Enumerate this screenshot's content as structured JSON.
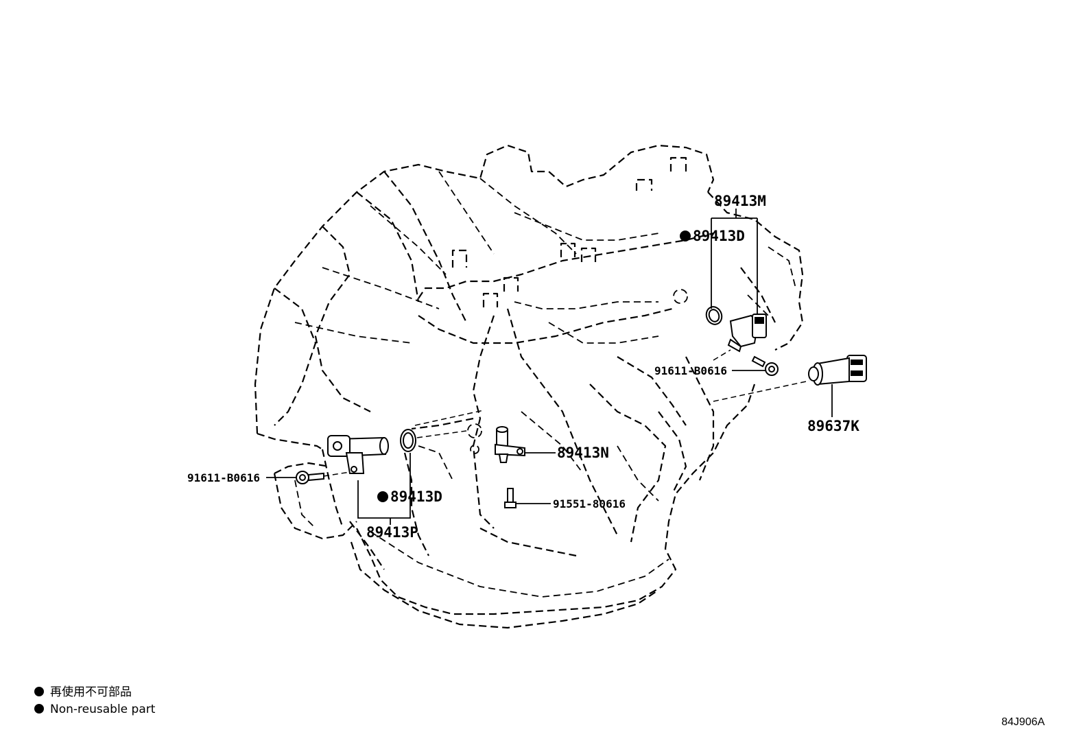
{
  "diagram": {
    "figure_code": "84J906A",
    "legend": [
      {
        "marker": "●",
        "text": "再使用不可部品"
      },
      {
        "marker": "●",
        "text": "Non-reusable part"
      }
    ],
    "part_labels": {
      "p_89413M": "89413M",
      "p_89413D_top": "89413D",
      "p_91611_right": "91611-B0616",
      "p_89637K": "89637K",
      "p_89413N": "89413N",
      "p_91551": "91551-80616",
      "p_91611_left": "91611-B0616",
      "p_89413D_bottom": "89413D",
      "p_89413P": "89413P"
    },
    "non_reusable_marker": "●"
  }
}
